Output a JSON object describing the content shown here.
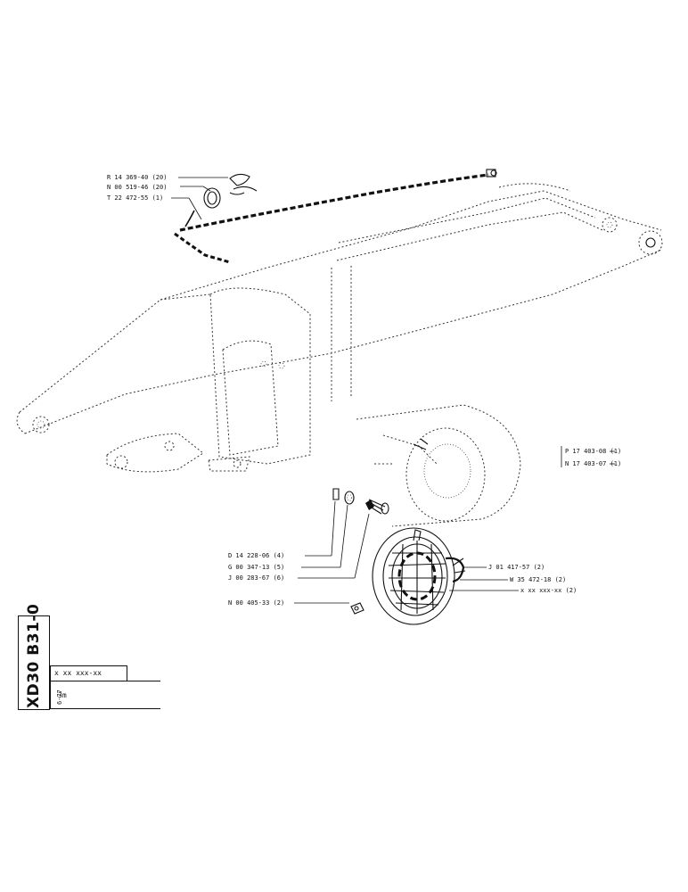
{
  "title_block": {
    "drawing_code": "XD30 B31-0",
    "date": "6-77",
    "reference": "x xx xxx-xx",
    "note": "3m"
  },
  "callouts": {
    "upper": [
      {
        "part": "R 14 369-40 (20)"
      },
      {
        "part": "N 00 519-46 (20)"
      },
      {
        "part": "T 22 472-55 (1)"
      }
    ],
    "right": [
      {
        "part": "P 17 403-08 (1)"
      },
      {
        "part": "N 17 403-07 (1)"
      }
    ],
    "bolt_group": [
      {
        "part": "D 14 228-06 (4)"
      },
      {
        "part": "G 00 347-13 (5)"
      },
      {
        "part": "J 00 283-67 (6)"
      }
    ],
    "lamp_group": [
      {
        "part": "J 01 417-57 (2)"
      },
      {
        "part": "W 35 472-18 (2)"
      },
      {
        "part": "x xx xxx-xx (2)"
      }
    ],
    "lower": [
      {
        "part": "N 00 405-33 (2)"
      }
    ]
  }
}
